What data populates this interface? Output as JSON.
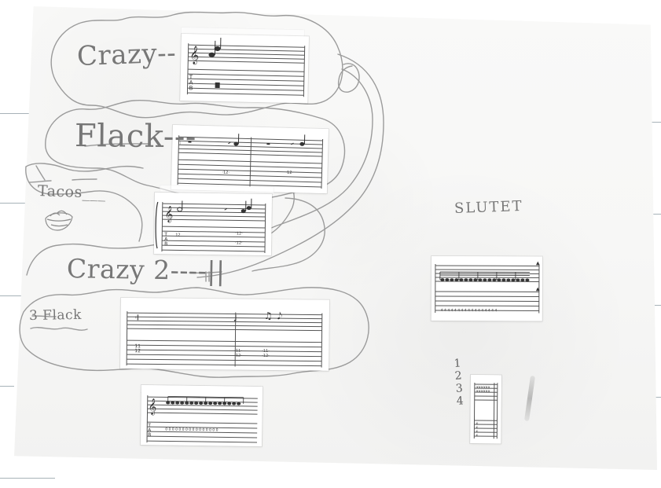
{
  "scene": {
    "paper_color": "#f7f7f6",
    "pencil_color": "#777777",
    "line_color": "#a7b2b8"
  },
  "labels": {
    "crazy": "Crazy--",
    "flack": "Flack---",
    "tacos": "Tacos___",
    "crazy2": "Crazy 2----||",
    "three_flack": "3 Flack",
    "slutet": "SLUTET"
  },
  "number_list": [
    "1",
    "2",
    "3",
    "4"
  ],
  "icons": {
    "bowl": "food-bowl-icon"
  }
}
